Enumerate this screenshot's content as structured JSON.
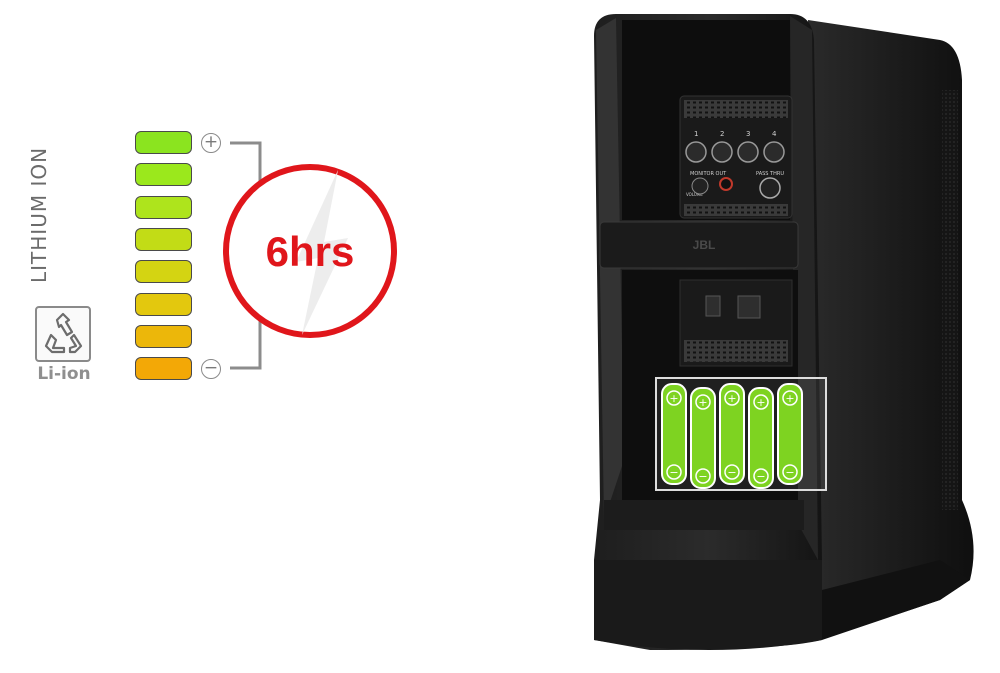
{
  "battery": {
    "chemistry_label": "LITHIUM ION",
    "recycle_label": "Li-ion",
    "recycle_icon": "recycle-icon",
    "level_colors": [
      "#8be41f",
      "#9be81c",
      "#aee41c",
      "#c2dc16",
      "#d4d412",
      "#e3c80e",
      "#ecb70a",
      "#f3a806"
    ],
    "positive_symbol": "+",
    "negative_symbol": "−"
  },
  "runtime": {
    "label": "6hrs",
    "ring_color": "#e0161b",
    "icon": "lightning-icon"
  },
  "speaker": {
    "brand": "JBL",
    "channel_labels": [
      "1",
      "2",
      "3",
      "4"
    ],
    "monitor_label": "MONITOR OUT",
    "volume_label": "VOLUME",
    "pass_thru_label": "PASS THRU",
    "cell_color": "#7ed321",
    "cell_count": 5
  }
}
